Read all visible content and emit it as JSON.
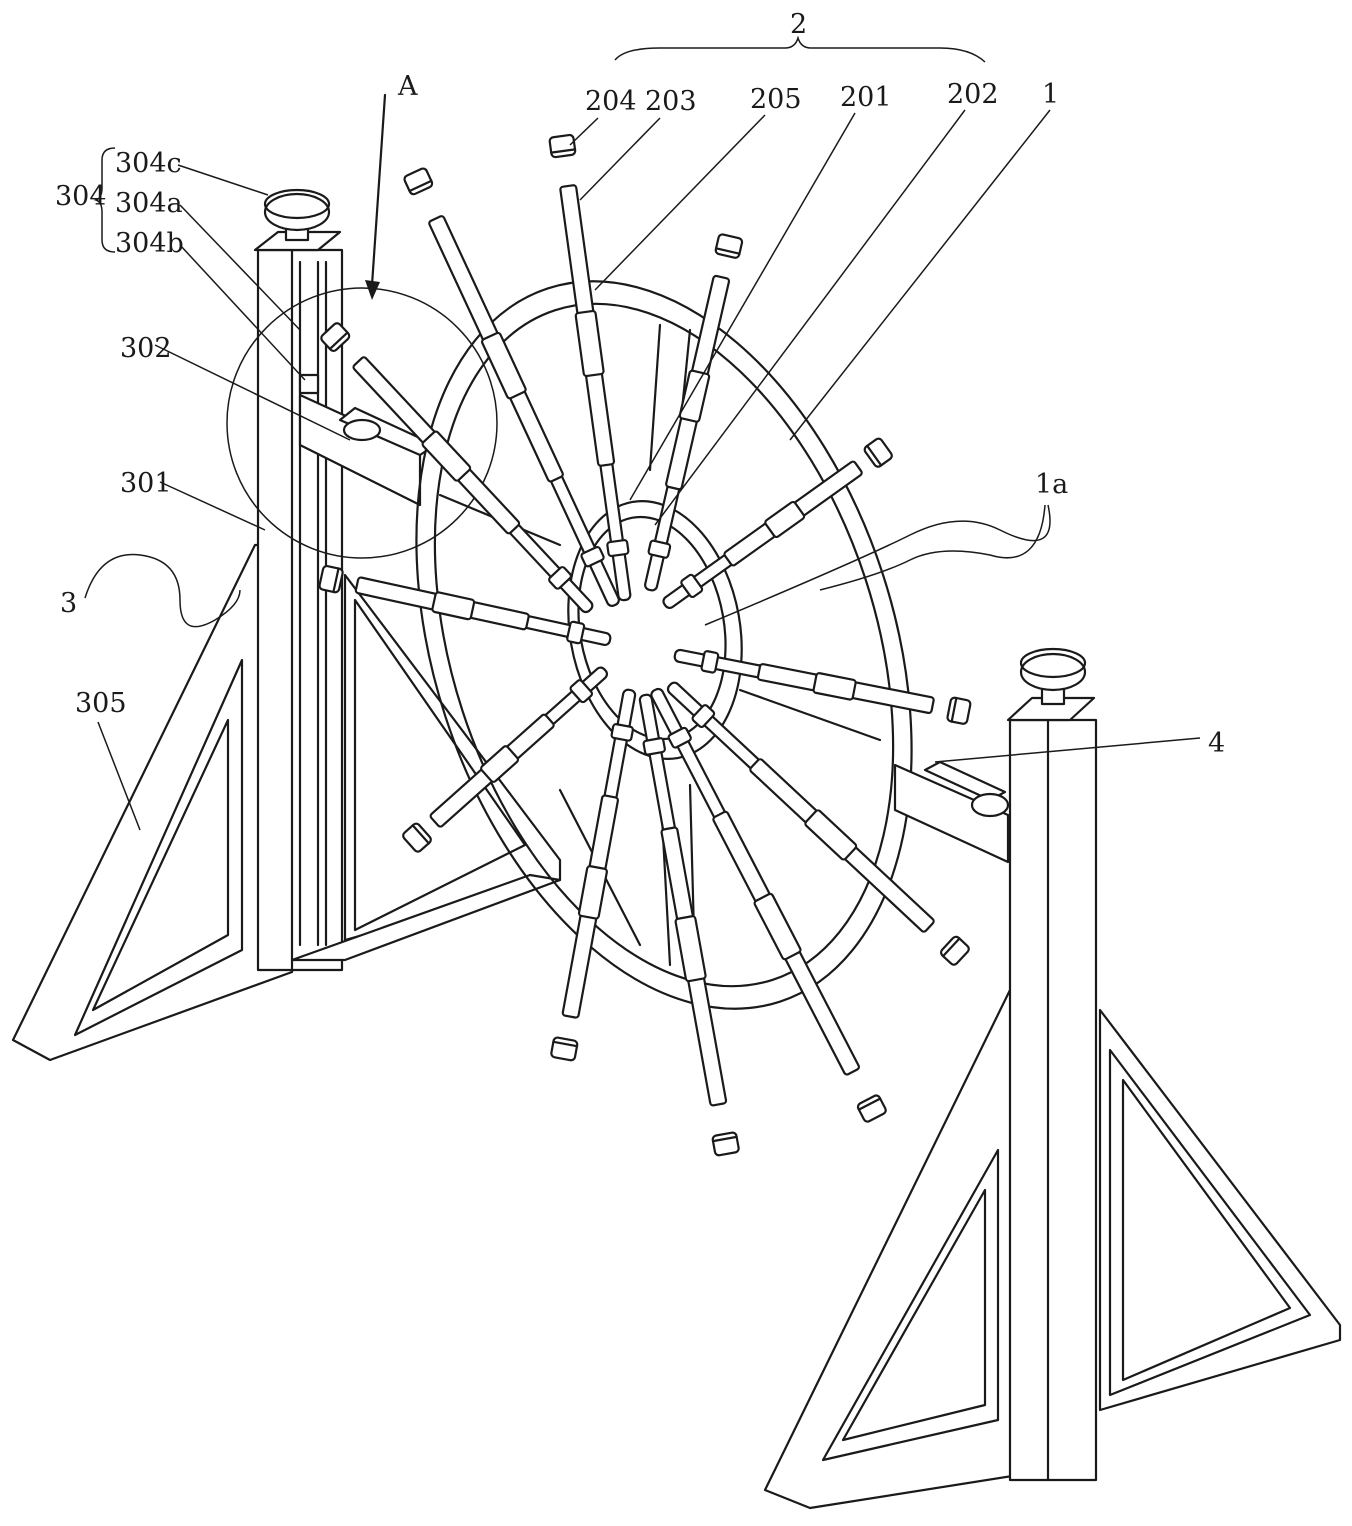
{
  "figure": {
    "group_label": "2",
    "view_label": "A",
    "labels": {
      "l204": "204",
      "l203": "203",
      "l205": "205",
      "l201": "201",
      "l202": "202",
      "l1": "1",
      "l304": "304",
      "l304c": "304c",
      "l304a": "304a",
      "l304b": "304b",
      "l302": "302",
      "l301": "301",
      "l3": "3",
      "l305": "305",
      "l1a": "1a",
      "l4": "4"
    }
  }
}
